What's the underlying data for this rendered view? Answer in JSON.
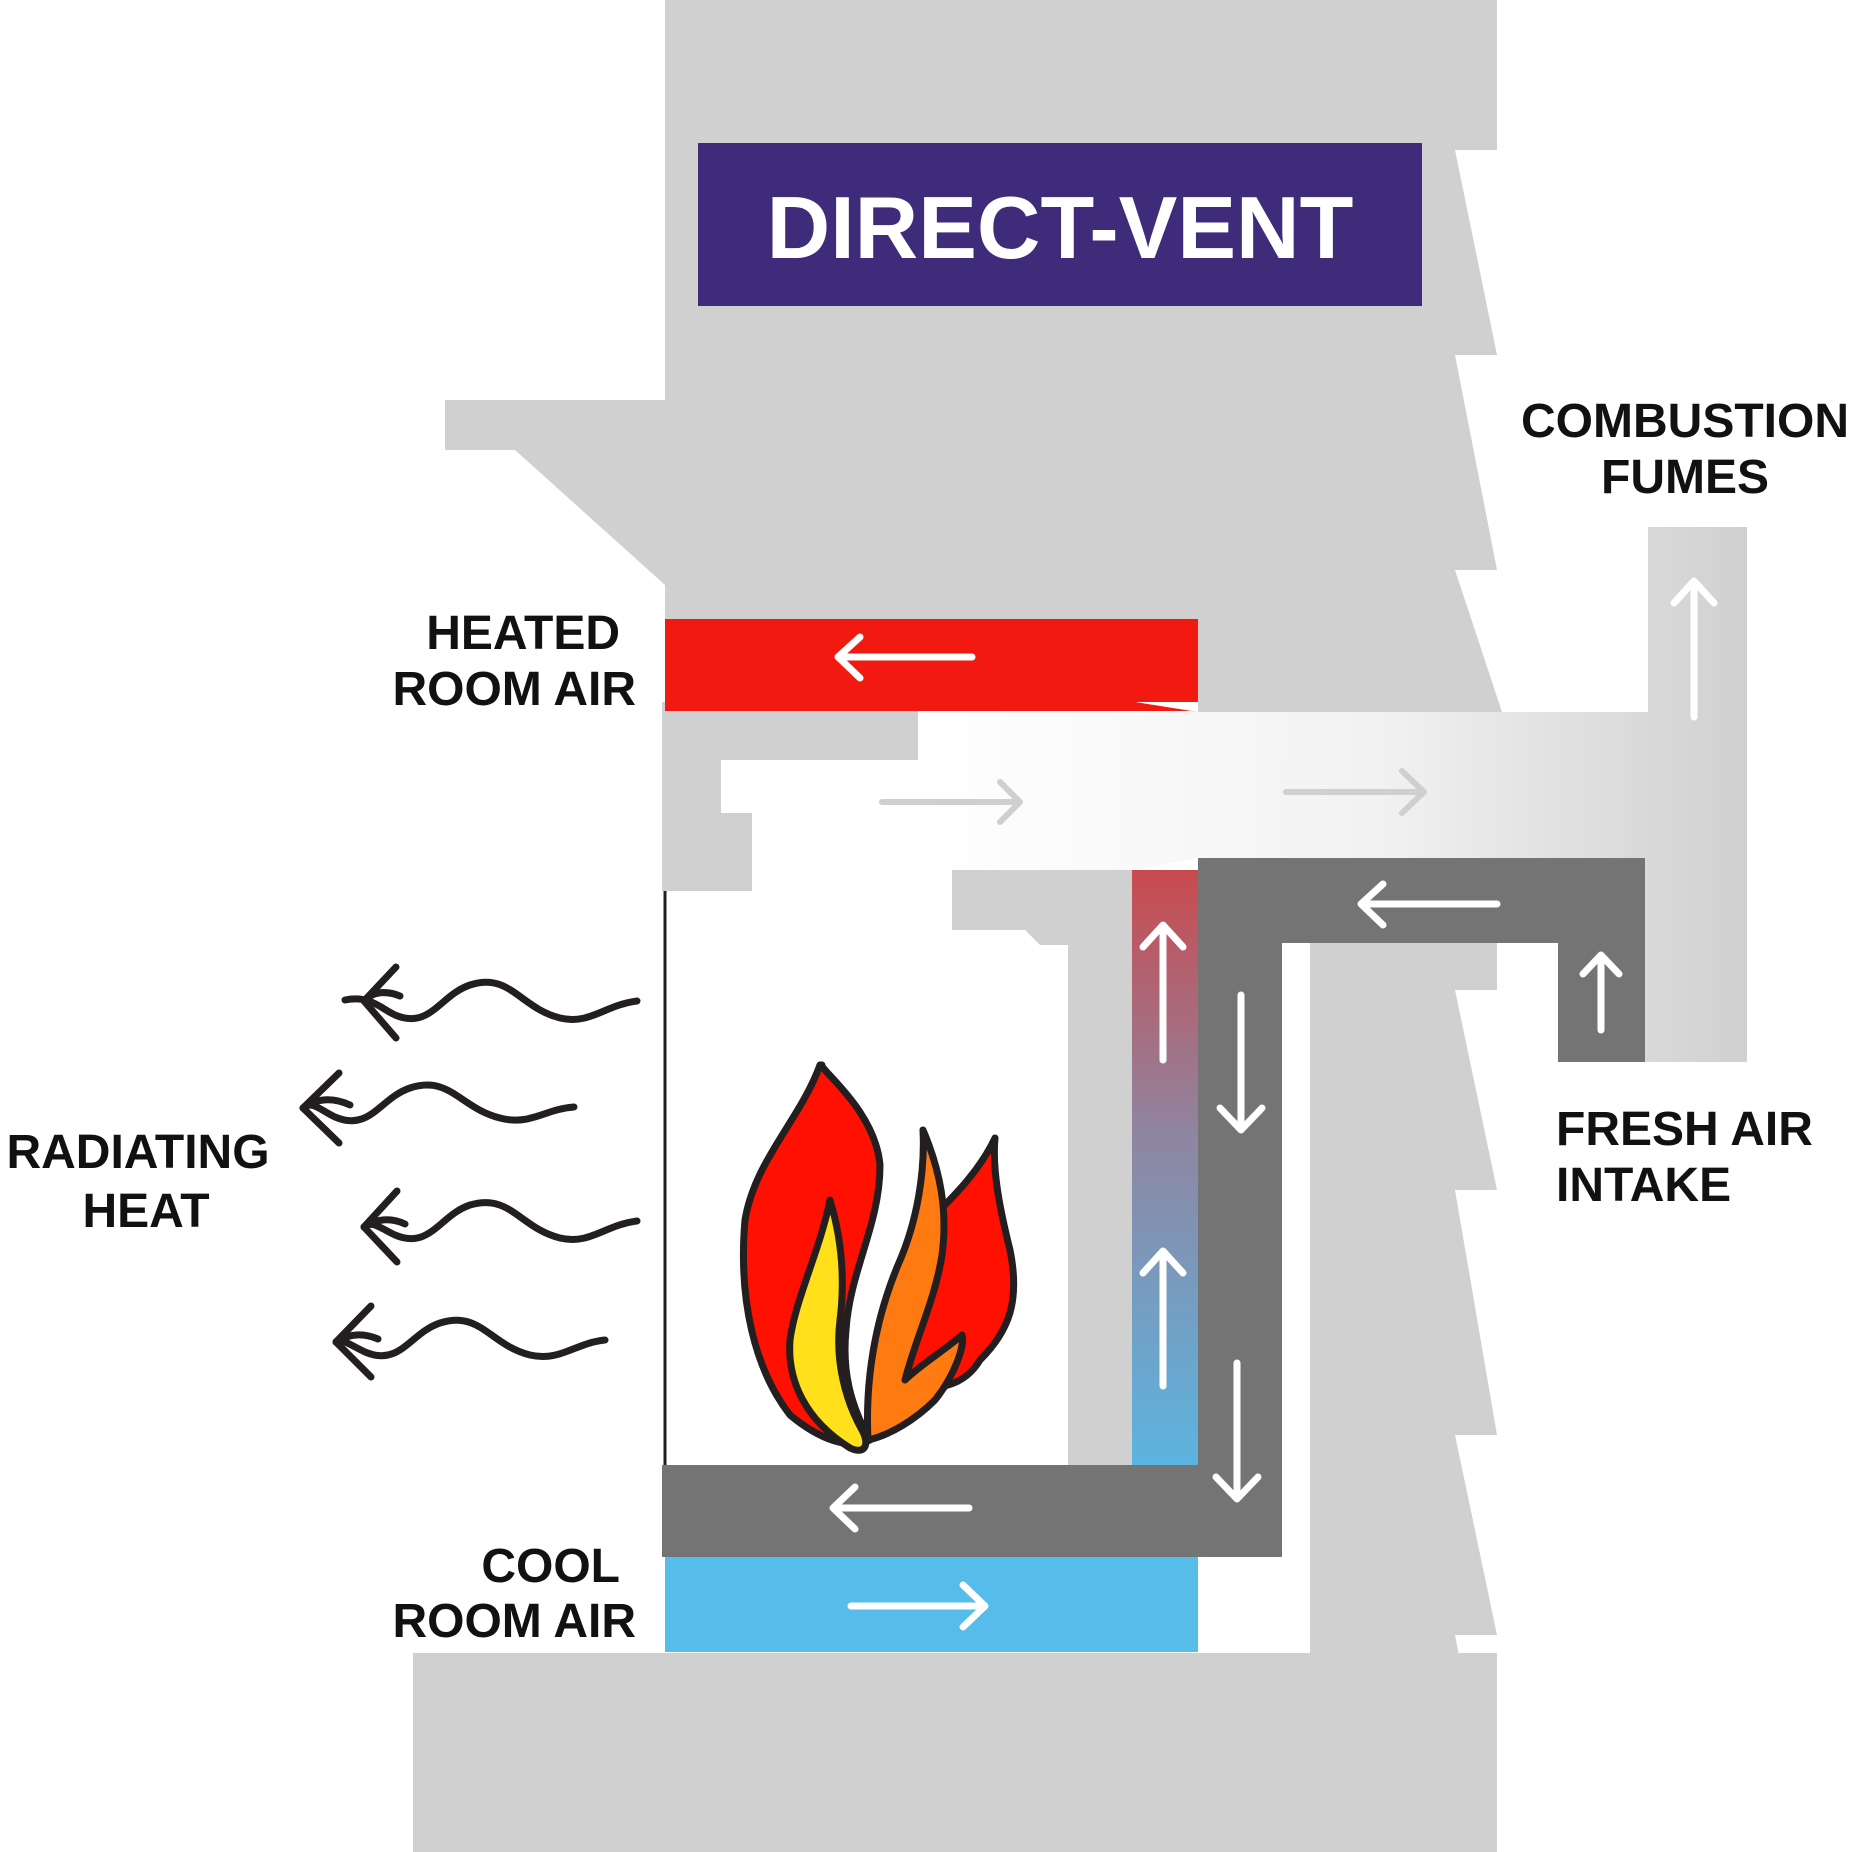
{
  "title": "DIRECT-VENT",
  "labels": {
    "combustion_fumes": [
      "COMBUSTION",
      "FUMES"
    ],
    "heated_room_air": [
      "HEATED",
      "ROOM AIR"
    ],
    "radiating_heat": [
      "RADIATING",
      "HEAT"
    ],
    "fresh_air_intake": [
      "FRESH AIR",
      "INTAKE"
    ],
    "cool_room_air": [
      "COOL",
      "ROOM AIR"
    ]
  },
  "colors": {
    "title_bg": "#3e2b7a",
    "wall": "#d0d0d0",
    "duct_dark": "#747474",
    "heated_air": "#f21a10",
    "cool_air": "#56bdea",
    "flame_red": "#ff1000",
    "flame_orange": "#ff7a10",
    "flame_yellow": "#ffe01a",
    "outline": "#231f20"
  }
}
